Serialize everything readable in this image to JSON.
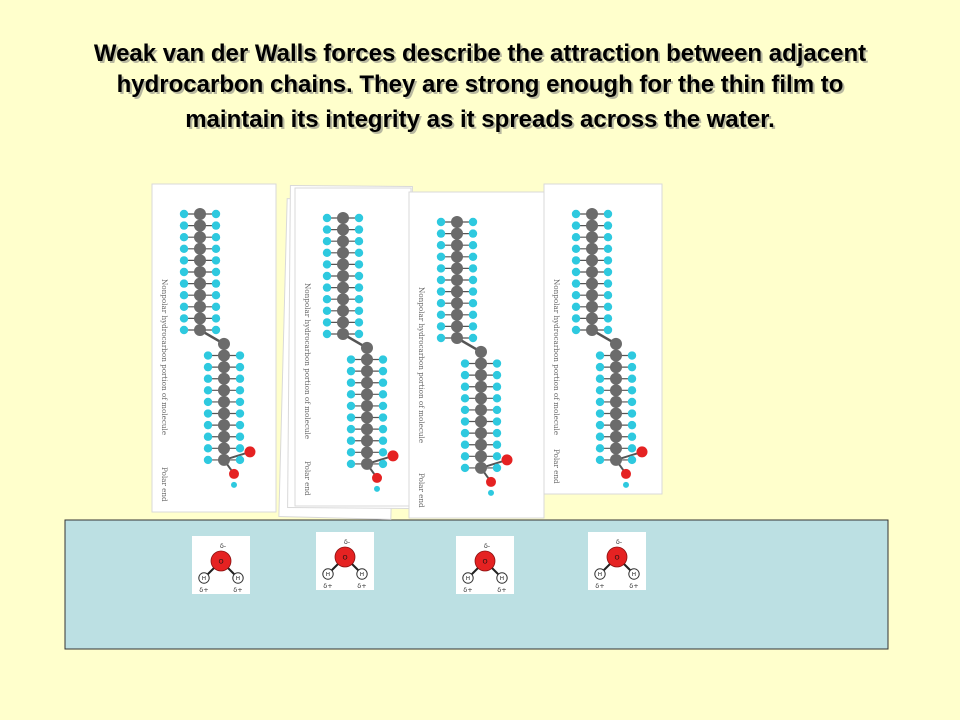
{
  "title_lines": [
    "Weak van der Walls forces describe the attraction between adjacent",
    "hydrocarbon chains. They are strong enough for the thin film to",
    "maintain its integrity as it spreads across the water."
  ],
  "molecule_label": "Nonpolar hydrocarbon portion of molecule",
  "polar_label": "Polar end",
  "water": {
    "oxygen": "O",
    "hydrogen": "H",
    "delta_minus": "δ-",
    "delta_plus": "δ+"
  },
  "colors": {
    "background": "#FFFFCC",
    "water_fill": "#BCE0E3",
    "carbon": "#6B6B6B",
    "hydrogen": "#2EC9DF",
    "oxygen_red": "#E52222"
  }
}
